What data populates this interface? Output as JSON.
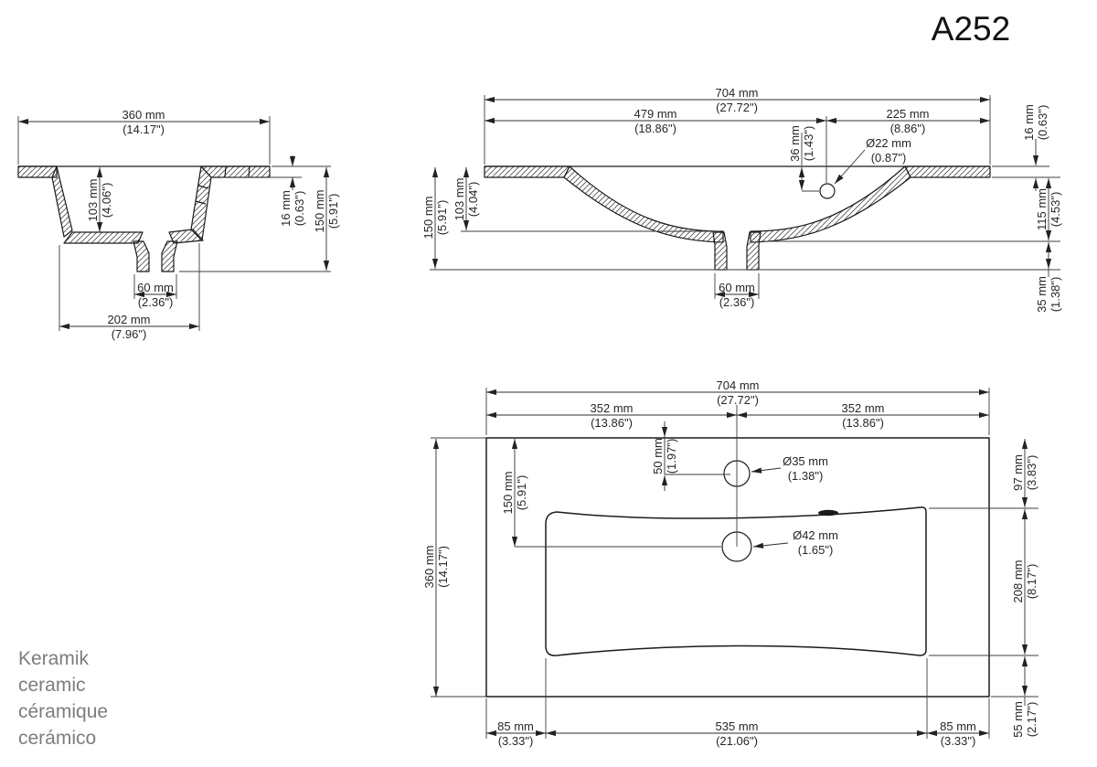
{
  "title": "A252",
  "materials": [
    "Keramik",
    "ceramic",
    "céramique",
    "cerámico"
  ],
  "colors": {
    "line": "#1b1b1b",
    "dim_text": "#262626",
    "muted_text": "#7d7d7d",
    "background": "#ffffff"
  },
  "side": {
    "width": {
      "mm": "360 mm",
      "in": "(14.17\")"
    },
    "depth": {
      "mm": "103 mm",
      "in": "(4.06\")"
    },
    "rim": {
      "mm": "16 mm",
      "in": "(0.63\")"
    },
    "height": {
      "mm": "150 mm",
      "in": "(5.91\")"
    },
    "drain": {
      "mm": "60 mm",
      "in": "(2.36\")"
    },
    "bottom": {
      "mm": "202 mm",
      "in": "(7.96\")"
    }
  },
  "front": {
    "width": {
      "mm": "704 mm",
      "in": "(27.72\")"
    },
    "left": {
      "mm": "479 mm",
      "in": "(18.86\")"
    },
    "right": {
      "mm": "225 mm",
      "in": "(8.86\")"
    },
    "hole_off": {
      "mm": "36 mm",
      "in": "(1.43\")"
    },
    "hole_dia": {
      "mm": "Ø22 mm",
      "in": "(0.87\")"
    },
    "rim": {
      "mm": "16 mm",
      "in": "(0.63\")"
    },
    "depth": {
      "mm": "103 mm",
      "in": "(4.04\")"
    },
    "height": {
      "mm": "150 mm",
      "in": "(5.91\")"
    },
    "body": {
      "mm": "115 mm",
      "in": "(4.53\")"
    },
    "drain_h": {
      "mm": "35 mm",
      "in": "(1.38\")"
    },
    "drain_w": {
      "mm": "60 mm",
      "in": "(2.36\")"
    }
  },
  "plan": {
    "width": {
      "mm": "704 mm",
      "in": "(27.72\")"
    },
    "half_l": {
      "mm": "352 mm",
      "in": "(13.86\")"
    },
    "half_r": {
      "mm": "352 mm",
      "in": "(13.86\")"
    },
    "faucet_off": {
      "mm": "50 mm",
      "in": "(1.97\")"
    },
    "faucet_dia": {
      "mm": "Ø35 mm",
      "in": "(1.38\")"
    },
    "drain_off": {
      "mm": "150 mm",
      "in": "(5.91\")"
    },
    "depth": {
      "mm": "360 mm",
      "in": "(14.17\")"
    },
    "drain_dia": {
      "mm": "Ø42 mm",
      "in": "(1.65\")"
    },
    "top_m": {
      "mm": "97 mm",
      "in": "(3.83\")"
    },
    "basin_d": {
      "mm": "208 mm",
      "in": "(8.17\")"
    },
    "bottom_m": {
      "mm": "55 mm",
      "in": "(2.17\")"
    },
    "edge_l": {
      "mm": "85 mm",
      "in": "(3.33\")"
    },
    "basin_w": {
      "mm": "535 mm",
      "in": "(21.06\")"
    },
    "edge_r": {
      "mm": "85 mm",
      "in": "(3.33\")"
    }
  }
}
